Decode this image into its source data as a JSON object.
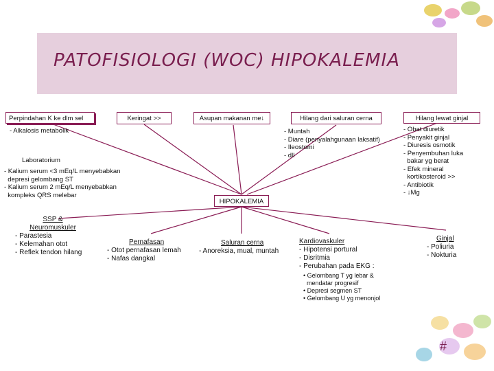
{
  "title": "PATOFISIOLOGI (WOC) HIPOKALEMIA",
  "causes": {
    "perpindahan": "Perpindahan K ke dlm sel",
    "keringat": "Keringat >>",
    "asupan": "Asupan makanan me↓",
    "saluran_cerna": "Hilang dari saluran cerna",
    "ginjal": "Hilang lewat ginjal"
  },
  "alkalosis": "- Alkalosis metabolik",
  "saluran_cerna_items": [
    "- Muntah",
    "- Diare (penyalahgunaan laksatif)",
    "- Ileostomi",
    "- dll"
  ],
  "ginjal_items": [
    "- Obat diuretik",
    "- Penyakit ginjal",
    "- Diuresis osmotik",
    "- Penyembuhan luka",
    "  bakar yg berat",
    "- Efek mineral",
    "  kortikosteroid >>",
    "- Antibiotik",
    "- ↓Mg"
  ],
  "lab": {
    "label": "Laboratorium",
    "items": [
      "- Kalium serum <3 mEq/L menyebabkan",
      "  depresi gelombang ST",
      "- Kalium serum 2 mEq/L menyebabkan",
      "  kompleks QRS melebar"
    ]
  },
  "center": "HIPOKALEMIA",
  "effects": {
    "ssp": {
      "title_1": "SSP &",
      "title_2": "Neuromuskuler",
      "items": [
        "- Parastesia",
        "- Kelemahan otot",
        "- Reflek tendon hilang"
      ]
    },
    "pernafasan": {
      "title": "Pernafasan",
      "items": [
        "- Otot pernafasan lemah",
        "- Nafas dangkal"
      ]
    },
    "saluran": {
      "title": "Saluran cerna",
      "items": [
        "- Anoreksia, mual, muntah"
      ]
    },
    "kardio": {
      "title": "Kardiovaskuler",
      "items": [
        "- Hipotensi portural",
        "- Disritmia",
        "- Perubahan pada EKG :"
      ],
      "ekg": [
        "• Gelombang T yg lebar &",
        "  mendatar progresif",
        "• Depresi segmen ST",
        "• Gelombang U yg menonjol"
      ]
    },
    "ginjal": {
      "title": "Ginjal",
      "items": [
        "- Poliuria",
        "- Nokturia"
      ]
    }
  },
  "page_mark": "#",
  "colors": {
    "band": "#e6cfdd",
    "title": "#7a1f4f",
    "line": "#8a1d55"
  }
}
